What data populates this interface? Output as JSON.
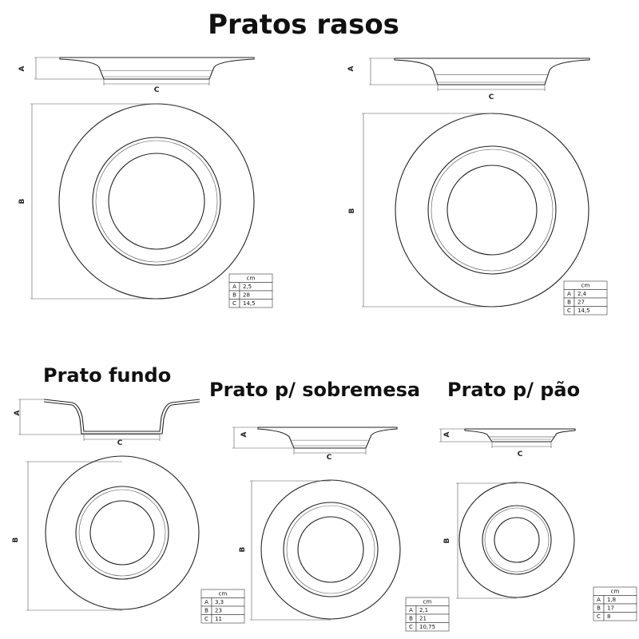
{
  "title": "Pratos rasos",
  "dim_labels": {
    "a": "A",
    "b": "B",
    "c": "C"
  },
  "sections": {
    "fundo": "Prato fundo",
    "sobremesa": "Prato p/ sobremesa",
    "pao": "Prato p/ pão"
  },
  "plates": [
    {
      "id": "raso-1",
      "unit": "cm",
      "rows": [
        {
          "k": "A",
          "v": "2,5"
        },
        {
          "k": "B",
          "v": "28"
        },
        {
          "k": "C",
          "v": "14,5"
        }
      ]
    },
    {
      "id": "raso-2",
      "unit": "cm",
      "rows": [
        {
          "k": "A",
          "v": "2,4"
        },
        {
          "k": "B",
          "v": "27"
        },
        {
          "k": "C",
          "v": "14,5"
        }
      ]
    },
    {
      "id": "fundo",
      "unit": "cm",
      "rows": [
        {
          "k": "A",
          "v": "3,3"
        },
        {
          "k": "B",
          "v": "23"
        },
        {
          "k": "C",
          "v": "11"
        }
      ]
    },
    {
      "id": "sobremesa",
      "unit": "cm",
      "rows": [
        {
          "k": "A",
          "v": "2,1"
        },
        {
          "k": "B",
          "v": "21"
        },
        {
          "k": "C",
          "v": "10,75"
        }
      ]
    },
    {
      "id": "pao",
      "unit": "cm",
      "rows": [
        {
          "k": "A",
          "v": "1,8"
        },
        {
          "k": "B",
          "v": "17"
        },
        {
          "k": "C",
          "v": "8"
        }
      ]
    }
  ]
}
